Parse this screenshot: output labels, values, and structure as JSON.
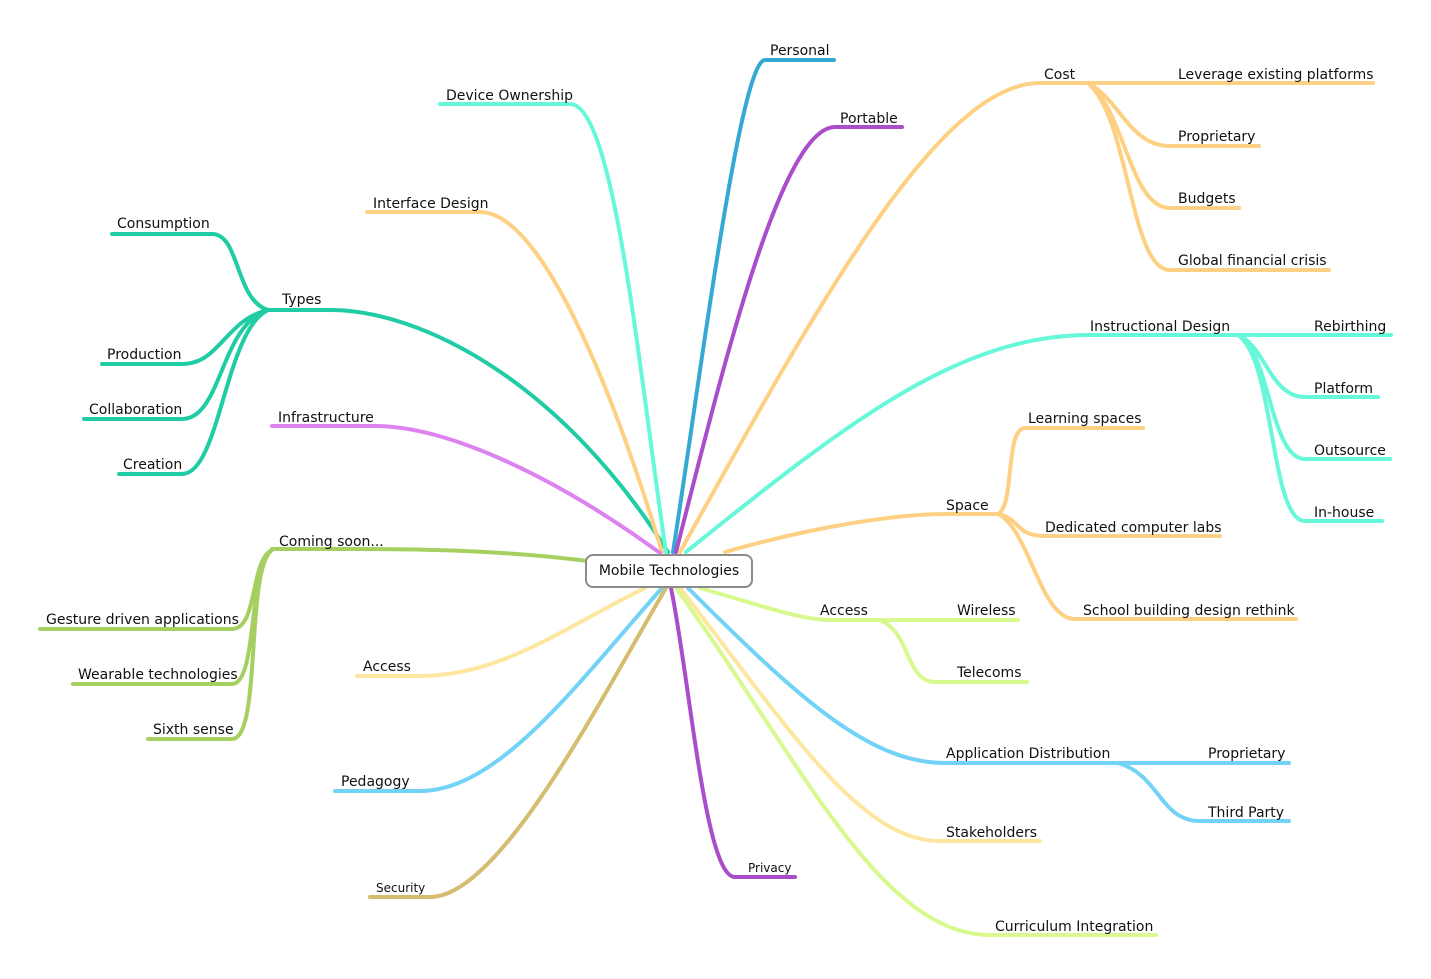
{
  "center": {
    "label": "Mobile Technologies"
  },
  "colors": {
    "teal": "#1fcca4",
    "aqua": "#66f8d8",
    "blue": "#36a9d3",
    "purple": "#aa4dcb",
    "orange": "#fdd083",
    "pink": "#dc83ef",
    "olive": "#a6cf62",
    "yellow": "#fde7a0",
    "sky": "#72d3f7",
    "gold": "#d5bc6e",
    "lime": "#d7f98e"
  },
  "nodes": {
    "types": "Types",
    "consumption": "Consumption",
    "production": "Production",
    "collaboration": "Collaboration",
    "creation": "Creation",
    "device_ownership": "Device Ownership",
    "interface_design": "Interface Design",
    "infrastructure": "Infrastructure",
    "coming_soon": "Coming soon...",
    "gesture": "Gesture driven applications",
    "wearable": "Wearable technologies",
    "sixth_sense": "Sixth sense",
    "access_left": "Access",
    "pedagogy": "Pedagogy",
    "security": "Security",
    "privacy": "Privacy",
    "personal": "Personal",
    "portable": "Portable",
    "cost": "Cost",
    "leverage": "Leverage existing platforms",
    "proprietary_cost": "Proprietary",
    "budgets": "Budgets",
    "gfc": "Global financial crisis",
    "instructional_design": "Instructional Design",
    "rebirthing": "Rebirthing",
    "platform": "Platform",
    "outsource": "Outsource",
    "inhouse": "In-house",
    "space": "Space",
    "learning_spaces": "Learning spaces",
    "computer_labs": "Dedicated computer labs",
    "school_building": "School building design rethink",
    "access_right": "Access",
    "wireless": "Wireless",
    "telecoms": "Telecoms",
    "app_distribution": "Application Distribution",
    "proprietary_app": "Proprietary",
    "third_party": "Third Party",
    "stakeholders": "Stakeholders",
    "curriculum": "Curriculum Integration"
  }
}
